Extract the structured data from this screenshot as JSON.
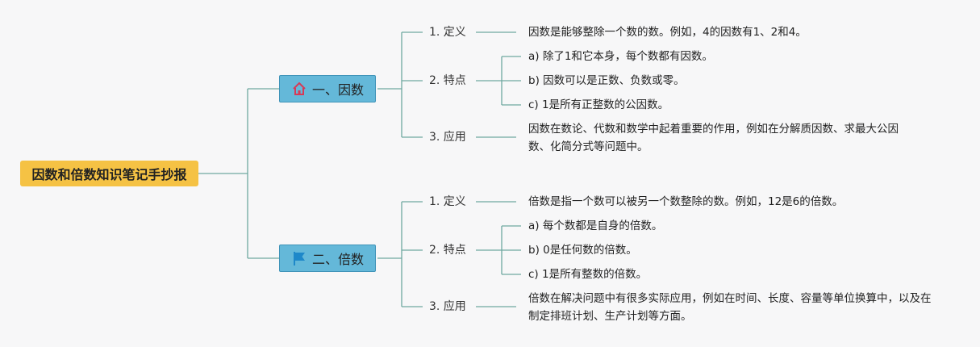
{
  "root": {
    "title": "因数和倍数知识笔记手抄报"
  },
  "branches": [
    {
      "title": "一、因数",
      "icon": "home-icon",
      "items": [
        {
          "label": "1. 定义",
          "details": [
            "因数是能够整除一个数的数。例如，4的因数有1、2和4。"
          ]
        },
        {
          "label": "2. 特点",
          "details": [
            "a) 除了1和它本身，每个数都有因数。",
            "b) 因数可以是正数、负数或零。",
            "c) 1是所有正整数的公因数。"
          ]
        },
        {
          "label": "3. 应用",
          "details": [
            "因数在数论、代数和数学中起着重要的作用，例如在分解质因数、求最大公因数、化简分式等问题中。"
          ]
        }
      ]
    },
    {
      "title": "二、倍数",
      "icon": "flag-icon",
      "items": [
        {
          "label": "1. 定义",
          "details": [
            "倍数是指一个数可以被另一个数整除的数。例如，12是6的倍数。"
          ]
        },
        {
          "label": "2. 特点",
          "details": [
            "a) 每个数都是自身的倍数。",
            "b) 0是任何数的倍数。",
            "c) 1是所有整数的倍数。"
          ]
        },
        {
          "label": "3. 应用",
          "details": [
            "倍数在解决问题中有很多实际应用，例如在时间、长度、容量等单位换算中，以及在制定排班计划、生产计划等方面。"
          ]
        }
      ]
    }
  ],
  "colors": {
    "line": "#6fa8a0",
    "root_bg": "#f5c244",
    "branch_bg": "#64b8d9"
  }
}
